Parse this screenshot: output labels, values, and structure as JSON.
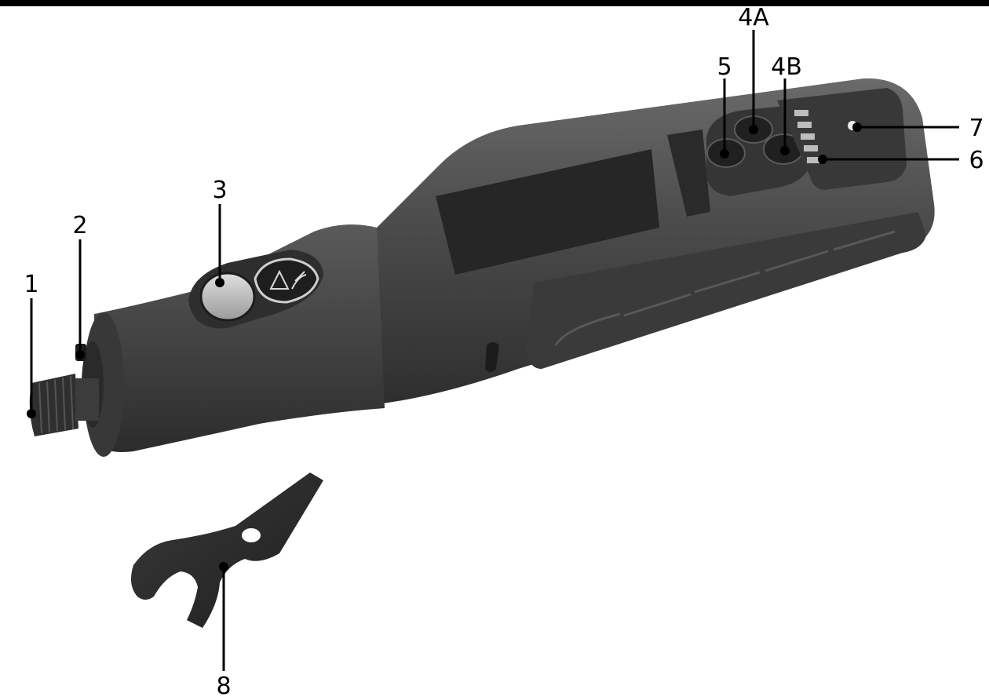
{
  "callouts": [
    {
      "id": "1",
      "label": "1"
    },
    {
      "id": "2",
      "label": "2"
    },
    {
      "id": "3",
      "label": "3"
    },
    {
      "id": "4A",
      "label": "4A"
    },
    {
      "id": "4B",
      "label": "4B"
    },
    {
      "id": "5",
      "label": "5"
    },
    {
      "id": "6",
      "label": "6"
    },
    {
      "id": "7",
      "label": "7"
    },
    {
      "id": "8",
      "label": "8"
    }
  ],
  "colors": {
    "background": "#ffffff",
    "tool_body": "#4a4a4a",
    "tool_dark": "#2b2b2b",
    "button_light": "#c9c9c9",
    "leader_line": "#000000",
    "top_band": "#000000"
  },
  "icons": {
    "tool": "rotary-tool-icon",
    "wrench": "collet-wrench-icon"
  }
}
